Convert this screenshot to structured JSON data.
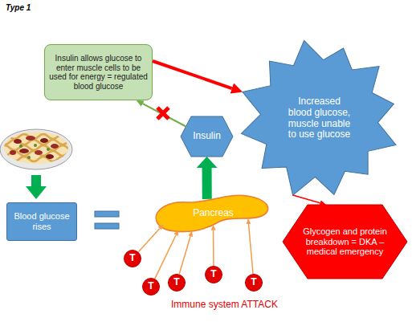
{
  "diagram": {
    "title": "Type 1",
    "nodes": [
      {
        "text": [
          "Insulin allows glucose to enter muscle cells to be used for energy = regulated blood glucose"
        ]
      },
      {
        "text": [
          "Increased blood glucose, muscle unable to use glucose"
        ]
      },
      {
        "text": [
          "Insulin"
        ]
      },
      {
        "text": [
          "Blood glucose rises"
        ]
      },
      {
        "text": [
          "Pancreas"
        ]
      },
      {
        "text": [
          "T"
        ]
      },
      {
        "text": [
          "T"
        ]
      },
      {
        "text": [
          "T"
        ]
      },
      {
        "text": [
          "T"
        ]
      },
      {
        "text": [
          "T"
        ]
      },
      {
        "text": [
          "Glycogen and protein breakdown = DKA – medical emergency"
        ]
      }
    ],
    "edges": [
      {
        "from": 0,
        "to": 1,
        "arrow": "to"
      },
      {
        "from": 2,
        "to": 0,
        "arrow": "to"
      },
      {
        "from": 4,
        "to": 2,
        "arrow": "to"
      },
      {
        "from": 5,
        "to": 4,
        "arrow": "to"
      },
      {
        "from": 6,
        "to": 4,
        "arrow": "to"
      },
      {
        "from": 7,
        "to": 4,
        "arrow": "to"
      },
      {
        "from": 8,
        "to": 4,
        "arrow": "to"
      },
      {
        "from": 9,
        "to": 4,
        "arrow": "to"
      },
      {
        "from": 1,
        "to": 10,
        "arrow": "to"
      }
    ],
    "labels": [
      "Immune system ATTACK"
    ]
  }
}
